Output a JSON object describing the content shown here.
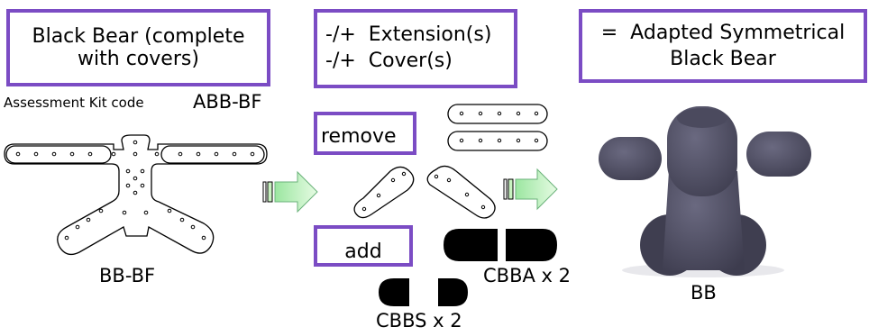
{
  "boxes": {
    "product": {
      "line1": "Black Bear (complete",
      "line2": "with covers)"
    },
    "modifications": {
      "line1": "-/+  Extension(s)",
      "line2": "-/+  Cover(s)"
    },
    "result": {
      "line1": "=  Adapted Symmetrical",
      "line2": "Black Bear"
    },
    "remove": "remove",
    "add": "add"
  },
  "labels": {
    "kit_label": "Assessment Kit code",
    "kit_code": "ABB-BF",
    "base_part": "BB-BF",
    "cover_a": "CBBA x 2",
    "cover_s": "CBBS x 2",
    "result_part": "BB"
  },
  "colors": {
    "box_border": "#7b4cc4",
    "arrow_fill": "#c8f2c0",
    "cover_fill": "#000000",
    "bear_fill": "#55546a"
  }
}
